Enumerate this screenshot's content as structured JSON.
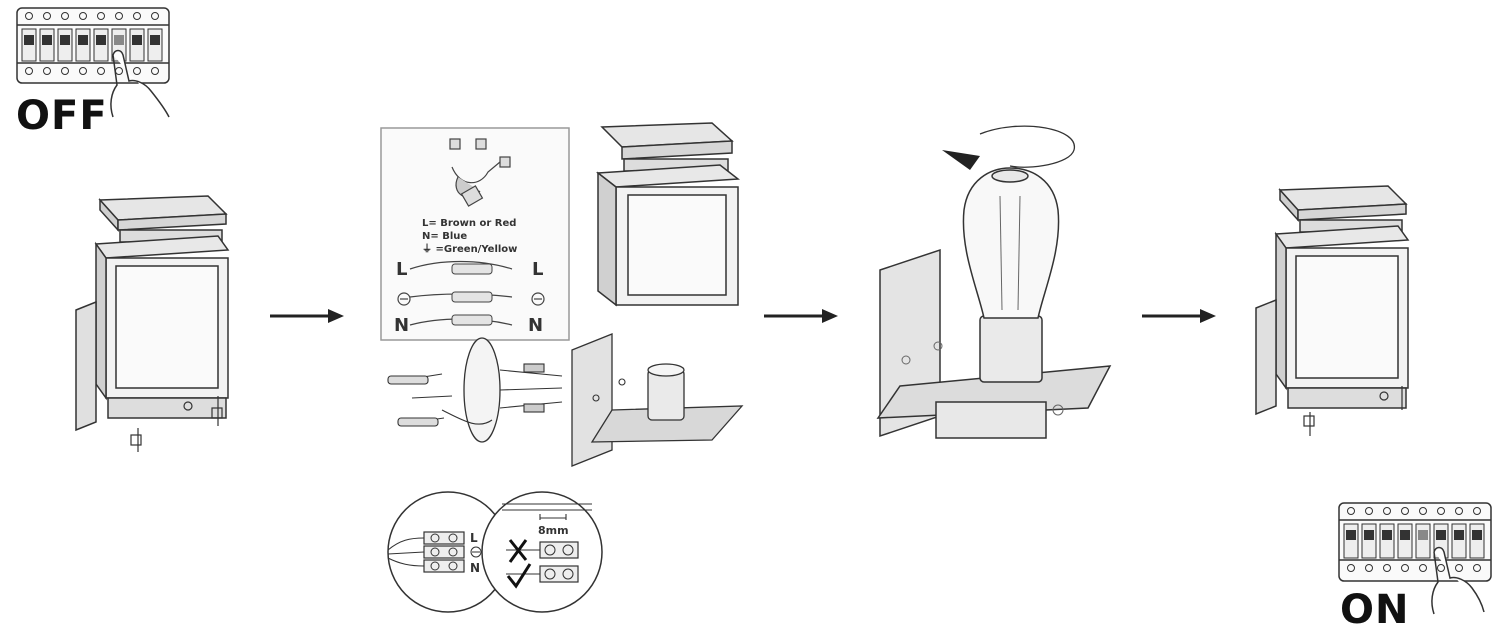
{
  "steps": {
    "off_label": "OFF",
    "on_label": "ON"
  },
  "wiring_legend": {
    "live_label": "L",
    "neutral_label": "N",
    "live_note": "L= Brown or Red",
    "neutral_note": "N= Blue",
    "earth_note": "⏚ =Green/Yellow"
  },
  "terminal_detail": {
    "live_label": "L",
    "neutral_label": "N",
    "strip_length": "8mm"
  },
  "icons": [
    "breaker-panel-icon",
    "hand-icon",
    "arrow-right-icon",
    "cross-mark-icon",
    "check-mark-icon",
    "earth-symbol-icon"
  ],
  "colors": {
    "line": "#333333",
    "fill_light": "#eeeeee",
    "fill_mid": "#d6d6d6",
    "fill_dark": "#555555"
  }
}
